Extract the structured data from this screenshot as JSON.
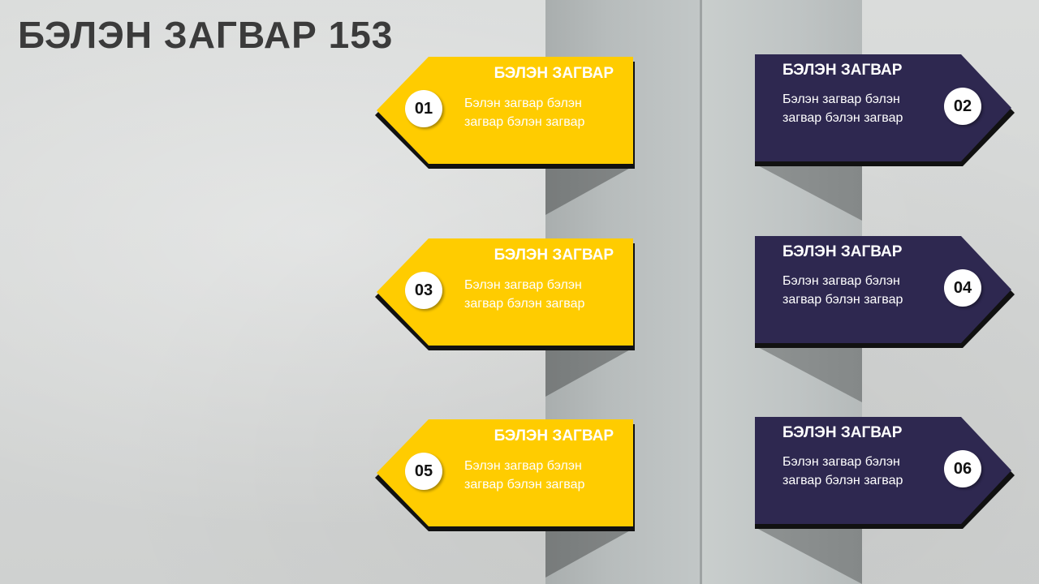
{
  "title": "БЭЛЭН ЗАГВАР 153",
  "colors": {
    "yellow": "#ffcc00",
    "navy": "#2e2850",
    "shadow": "#111111"
  },
  "cards": [
    {
      "number": "01",
      "heading": "БЭЛЭН ЗАГВАР",
      "text": "Бэлэн загвар бэлэн загвар бэлэн загвар"
    },
    {
      "number": "02",
      "heading": "БЭЛЭН ЗАГВАР",
      "text": "Бэлэн загвар бэлэн загвар бэлэн загвар"
    },
    {
      "number": "03",
      "heading": "БЭЛЭН ЗАГВАР",
      "text": "Бэлэн загвар бэлэн загвар бэлэн загвар"
    },
    {
      "number": "04",
      "heading": "БЭЛЭН ЗАГВАР",
      "text": "Бэлэн загвар бэлэн загвар бэлэн загвар"
    },
    {
      "number": "05",
      "heading": "БЭЛЭН ЗАГВАР",
      "text": "Бэлэн загвар бэлэн загвар бэлэн загвар"
    },
    {
      "number": "06",
      "heading": "БЭЛЭН ЗАГВАР",
      "text": "Бэлэн загвар бэлэн загвар бэлэн загвар"
    }
  ]
}
